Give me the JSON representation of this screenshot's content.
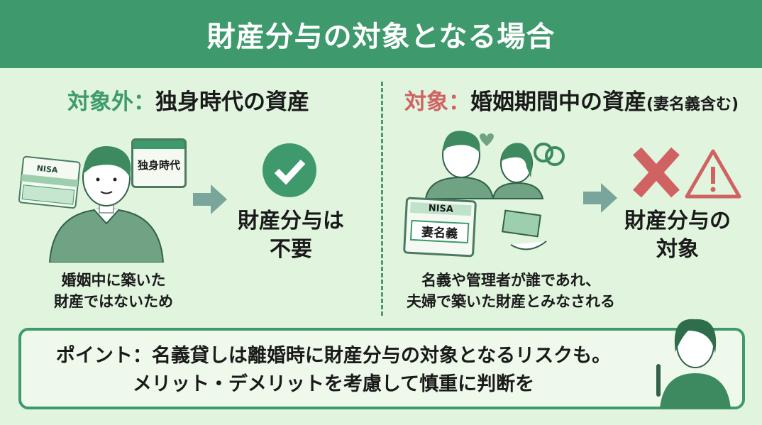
{
  "title": "財産分与の対象となる場合",
  "left": {
    "label": "対象外",
    "colon": "：",
    "heading": "独身時代の資産",
    "calendar_label": "独身時代",
    "card_label": "NISA",
    "caption_lines": [
      "婚姻中に築いた",
      "財産ではないため"
    ],
    "result_lines": [
      "財産分与は",
      "不要"
    ]
  },
  "right": {
    "label": "対象",
    "colon": "：",
    "heading": "婚姻期間中の資産",
    "heading_note": "(妻名義含む)",
    "card_label": "NISA",
    "card_name": "妻名義",
    "caption_lines": [
      "名義や管理者が誰であれ、",
      "夫婦で築いた財産とみなされる"
    ],
    "result_lines": [
      "財産分与の",
      "対象"
    ]
  },
  "point": {
    "lines": [
      "ポイント：名義貸しは離婚時に財産分与の対象となるリスクも。",
      "メリット・デメリットを考慮して慎重に判断を"
    ]
  },
  "colors": {
    "green": "#3e9a6c",
    "red": "#d06262",
    "background": "#e0f4de"
  }
}
